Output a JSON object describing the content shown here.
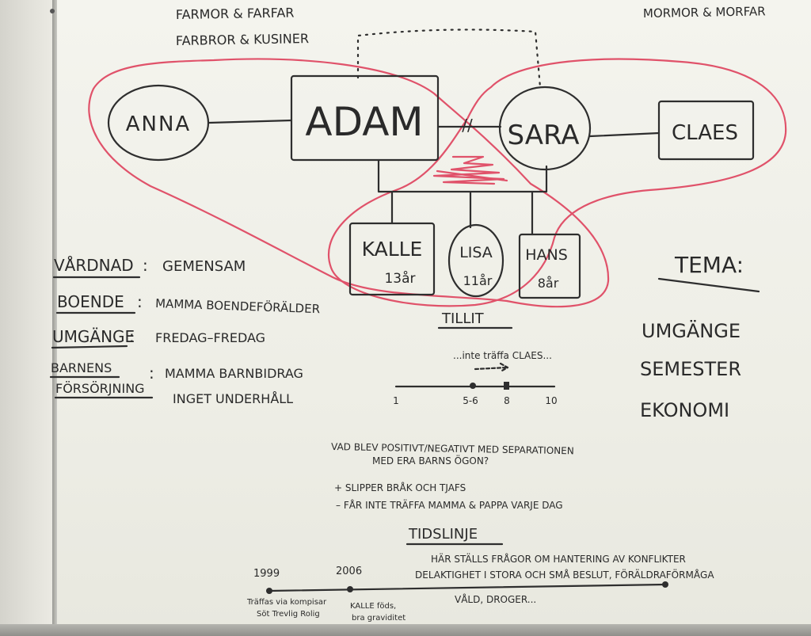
{
  "header": {
    "paternal_line1": "FARMOR & FARFAR",
    "paternal_line2": "FARBROR & KUSINER",
    "maternal": "MORMOR & MORFAR"
  },
  "people": {
    "anna": "ANNA",
    "adam": "ADAM",
    "divorce_mark": "//",
    "sara": "SARA",
    "claes": "CLAES"
  },
  "children": [
    {
      "name": "KALLE",
      "age": "13år"
    },
    {
      "name": "LISA",
      "age": "11år"
    },
    {
      "name": "HANS",
      "age": "8år"
    }
  ],
  "facts": [
    {
      "label": "VÅRDNAD",
      "value": "GEMENSAM"
    },
    {
      "label": "BOENDE",
      "value": "MAMMA BOENDEFÖRÄLDER"
    },
    {
      "label": "UMGÄNGE",
      "value": "FREDAG–FREDAG"
    },
    {
      "label_line1": "BARNENS",
      "label_line2": "FÖRSÖRJNING",
      "value_line1": "MAMMA BARNBIDRAG",
      "value_line2": "INGET UNDERHÅLL"
    }
  ],
  "trust": {
    "title": "TILLIT",
    "note": "...inte träffa CLAES...",
    "ticks": [
      "1",
      "5-6",
      "8",
      "10"
    ]
  },
  "tema": {
    "title": "TEMA:",
    "items": [
      "UMGÄNGE",
      "SEMESTER",
      "EKONOMI"
    ]
  },
  "question": {
    "line1": "VAD BLEV POSITIVT/NEGATIVT MED SEPARATIONEN",
    "line2": "MED ERA BARNS ÖGON?",
    "plus": "+ SLIPPER BRÅK OCH TJAFS",
    "minus": "– FÅR INTE TRÄFFA MAMMA & PAPPA VARJE DAG"
  },
  "timeline": {
    "title": "TIDSLINJE",
    "years": [
      "1999",
      "2006"
    ],
    "note_line1": "HÄR STÄLLS FRÅGOR OM HANTERING AV KONFLIKTER",
    "note_line2": "DELAKTIGHET I STORA OCH SMÅ BESLUT, FÖRÄLDRAFÖRMÅGA",
    "ev1_line1": "Träffas via kompisar",
    "ev1_line2": "Söt Trevlig Rolig",
    "ev2_line1": "KALLE föds,",
    "ev2_line2": "bra graviditet",
    "ev3": "VÅLD, DROGER..."
  }
}
